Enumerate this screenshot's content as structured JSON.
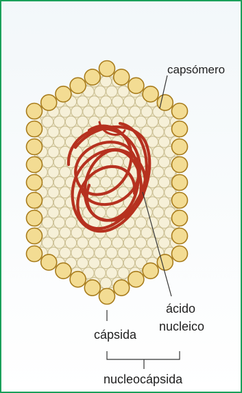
{
  "diagram": {
    "labels": {
      "capsomero": "capsómero",
      "acido_line1": "ácido",
      "acido_line2": "nucleico",
      "capsida": "cápsida",
      "nucleocapsida": "nucleocápsida"
    },
    "colors": {
      "frame_border": "#1aa05a",
      "capsomere_fill": "#f3dc93",
      "capsomere_stroke": "#a87c1c",
      "inner_fill": "#efe8c8",
      "inner_circle_fill": "#f6f0d8",
      "inner_circle_stroke": "#c9bd92",
      "nucleic_acid": "#b6311f",
      "leader_line": "#333333"
    }
  }
}
